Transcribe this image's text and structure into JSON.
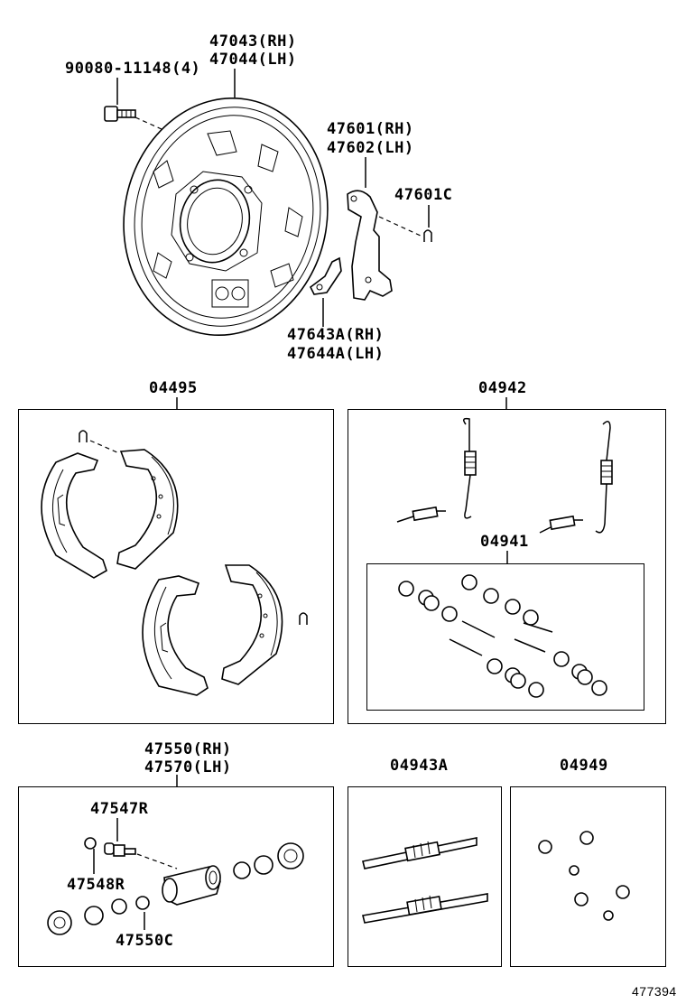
{
  "backing_plate": {
    "part_rh": "47043(RH)",
    "part_lh": "47044(LH)",
    "bolt": "90080-11148(4)",
    "lever_rh": "47601(RH)",
    "lever_lh": "47602(LH)",
    "clip": "47601C",
    "bracket_rh": "47643A(RH)",
    "bracket_lh": "47644A(LH)"
  },
  "shoe_kit": {
    "part": "04495"
  },
  "spring_kit": {
    "part": "04942",
    "cup_kit": "04941"
  },
  "wheel_cylinder": {
    "part_rh": "47550(RH)",
    "part_lh": "47570(LH)",
    "bleeder_plug": "47547R",
    "bleeder_cap": "47548R",
    "cylinder_kit": "47550C"
  },
  "adjuster_kit": {
    "part": "04943A"
  },
  "pin_kit": {
    "part": "04949"
  },
  "diagram_id": "477394"
}
